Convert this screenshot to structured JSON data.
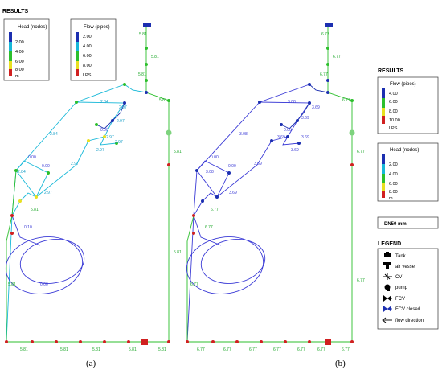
{
  "panel_a": {
    "results_title": "RESULTS",
    "head_legend": {
      "title": "Head (nodes)",
      "ticks": [
        "2.00",
        "4.00",
        "6.00",
        "8.00"
      ],
      "unit": "m"
    },
    "flow_legend": {
      "title": "Flow (pipes)",
      "ticks": [
        "2.00",
        "4.00",
        "6.00",
        "8.00"
      ],
      "unit": "LPS"
    },
    "labels": {
      "top1": "5.81",
      "top2": "5.81",
      "top3": "5.81",
      "upper_right": "5.81",
      "diag1": "2.84",
      "diag2": "2.97",
      "diag3": "2.97",
      "box1": "0.00",
      "box2": "2.97",
      "box3": "2.97",
      "box4": "2.97",
      "left_diag": "2.84",
      "c1": "0.00",
      "c2": "0.00",
      "c3": "2.84",
      "c4": "2.97",
      "c5": "2.97",
      "mid_right": "5.81",
      "left_low1": "5.81",
      "left_low2": "0.10",
      "left_bottom": "5.81",
      "inner": "0.00",
      "right_vert": "5.81",
      "bottom": [
        "5.81",
        "5.81",
        "5.81",
        "5.81",
        "5.81"
      ]
    },
    "caption": "(a)"
  },
  "panel_b": {
    "labels": {
      "top1": "6.77",
      "top2": "6.77",
      "top3": "6.77",
      "upper_right": "6.77",
      "diag1": "3.08",
      "diag2": "3.69",
      "diag3": "3.69",
      "box1": "0.00",
      "box2": "3.69",
      "box3": "3.69",
      "box4": "3.69",
      "left_diag": "3.08",
      "c1": "0.00",
      "c2": "0.00",
      "c3": "3.08",
      "c4": "3.69",
      "c5": "3.69",
      "mid_right": "6.77",
      "left_low1": "6.77",
      "left_low2": "6.77",
      "left_bottom": "6.77",
      "right_vert": "6.77",
      "bottom": [
        "6.77",
        "6.77",
        "6.77",
        "6.77",
        "6.77",
        "6.77",
        "6.77"
      ]
    },
    "caption": "(b)"
  },
  "right_panel": {
    "results_title": "RESULTS",
    "flow_legend": {
      "title": "Flow (pipes)",
      "ticks": [
        "4.00",
        "6.00",
        "8.00",
        "10.00"
      ],
      "unit": "LPS"
    },
    "head_legend": {
      "title": "Head (nodes)",
      "ticks": [
        "2.00",
        "4.00",
        "6.00",
        "8.00"
      ],
      "unit": "m"
    },
    "dn_label": "DN50 mm",
    "legend_title": "LEGEND",
    "legend_items": [
      "Tank",
      "air vessel",
      "CV",
      "pump",
      "FCV",
      "FCV closed",
      "flow direction"
    ]
  }
}
